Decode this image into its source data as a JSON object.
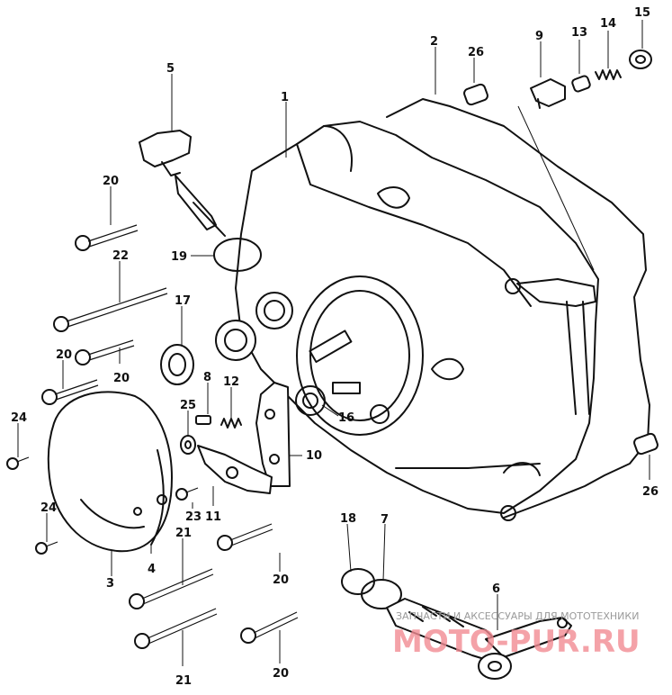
{
  "labels": {
    "l1": "1",
    "l2": "2",
    "l3": "3",
    "l4": "4",
    "l5": "5",
    "l6": "6",
    "l7": "7",
    "l8": "8",
    "l9": "9",
    "l10": "10",
    "l11": "11",
    "l12": "12",
    "l13": "13",
    "l14": "14",
    "l15": "15",
    "l16": "16",
    "l17": "17",
    "l18": "18",
    "l19": "19",
    "l20": "20",
    "l21": "21",
    "l22": "22",
    "l23": "23",
    "l24": "24",
    "l25": "25",
    "l26": "26"
  },
  "watermark": {
    "tagline": "ЗАПЧАСТИ И АКСЕССУАРЫ ДЛЯ МОТОТЕХНИКИ",
    "brand": "MOTO-PUR.RU"
  }
}
